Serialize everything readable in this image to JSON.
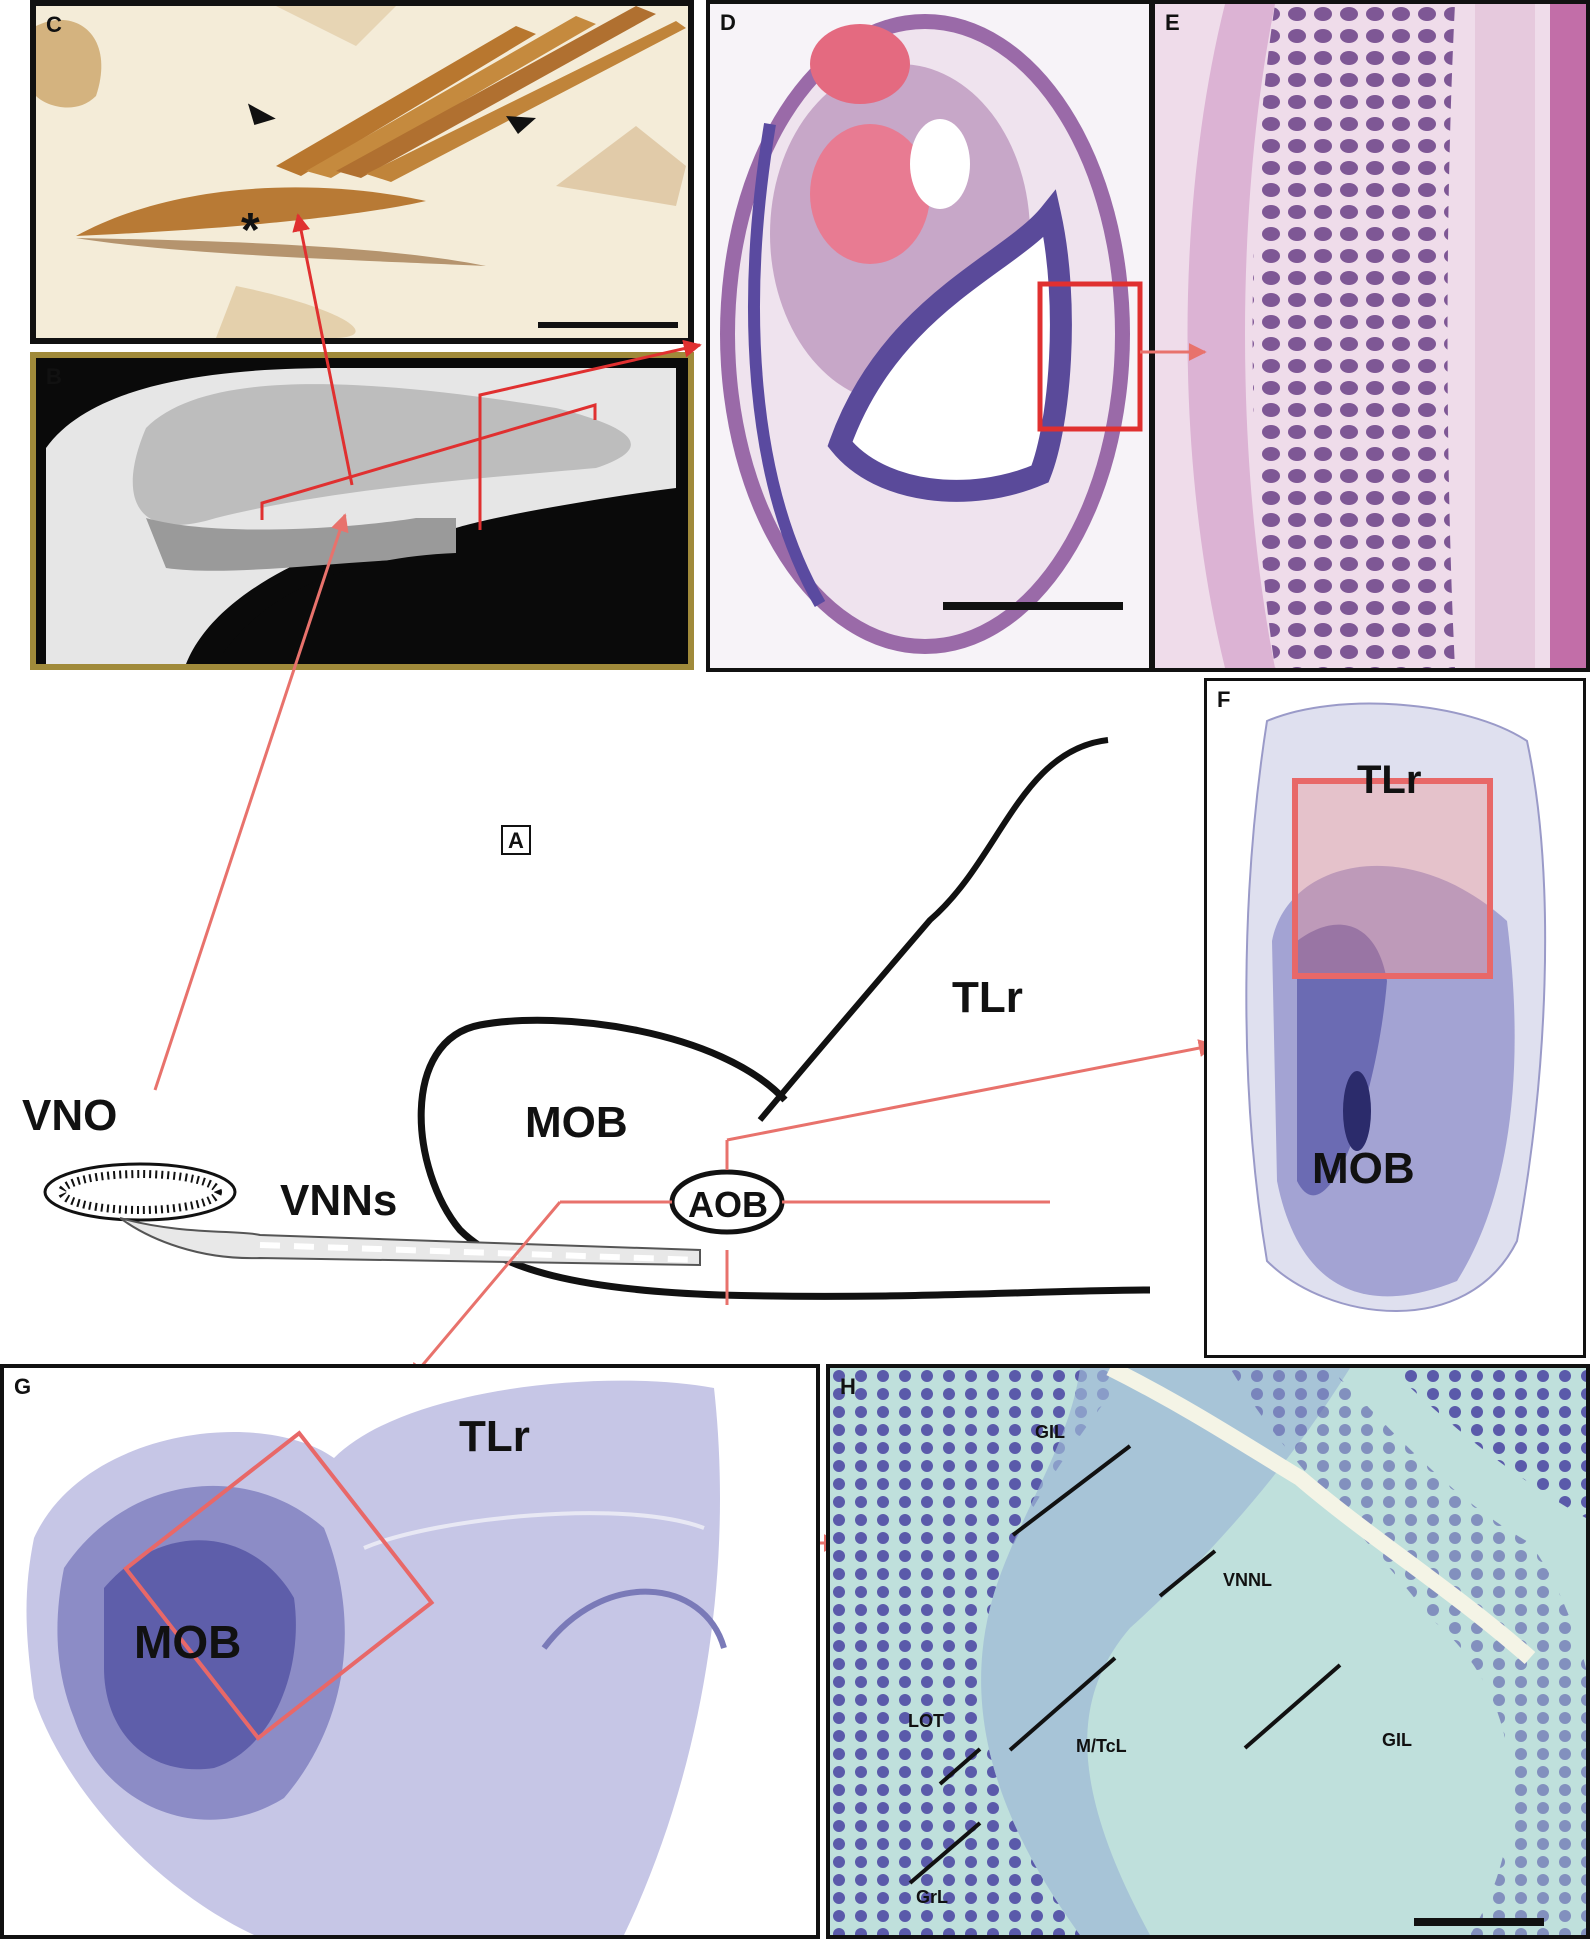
{
  "panels": {
    "a": {
      "label": "A"
    },
    "b": {
      "label": "B"
    },
    "c": {
      "label": "C",
      "asterisk": "*"
    },
    "d": {
      "label": "D"
    },
    "e": {
      "label": "E"
    },
    "f": {
      "label": "F",
      "labels": [
        "TLr",
        "MOB"
      ]
    },
    "g": {
      "label": "G",
      "labels": [
        "TLr",
        "MOB"
      ]
    },
    "h": {
      "label": "H",
      "labels": [
        "GIL",
        "VNNL",
        "LOT",
        "M/TcL",
        "GIL",
        "GrL"
      ]
    }
  },
  "diagram": {
    "vno": "VNO",
    "vnns": "VNNs",
    "mob": "MOB",
    "aob": "AOB",
    "tlr": "TLr"
  },
  "colors": {
    "arrow_red": "#e8726c",
    "box_red": "#e03030",
    "nissl": "#5a5aa8",
    "he_pink": "#c88bb8"
  }
}
